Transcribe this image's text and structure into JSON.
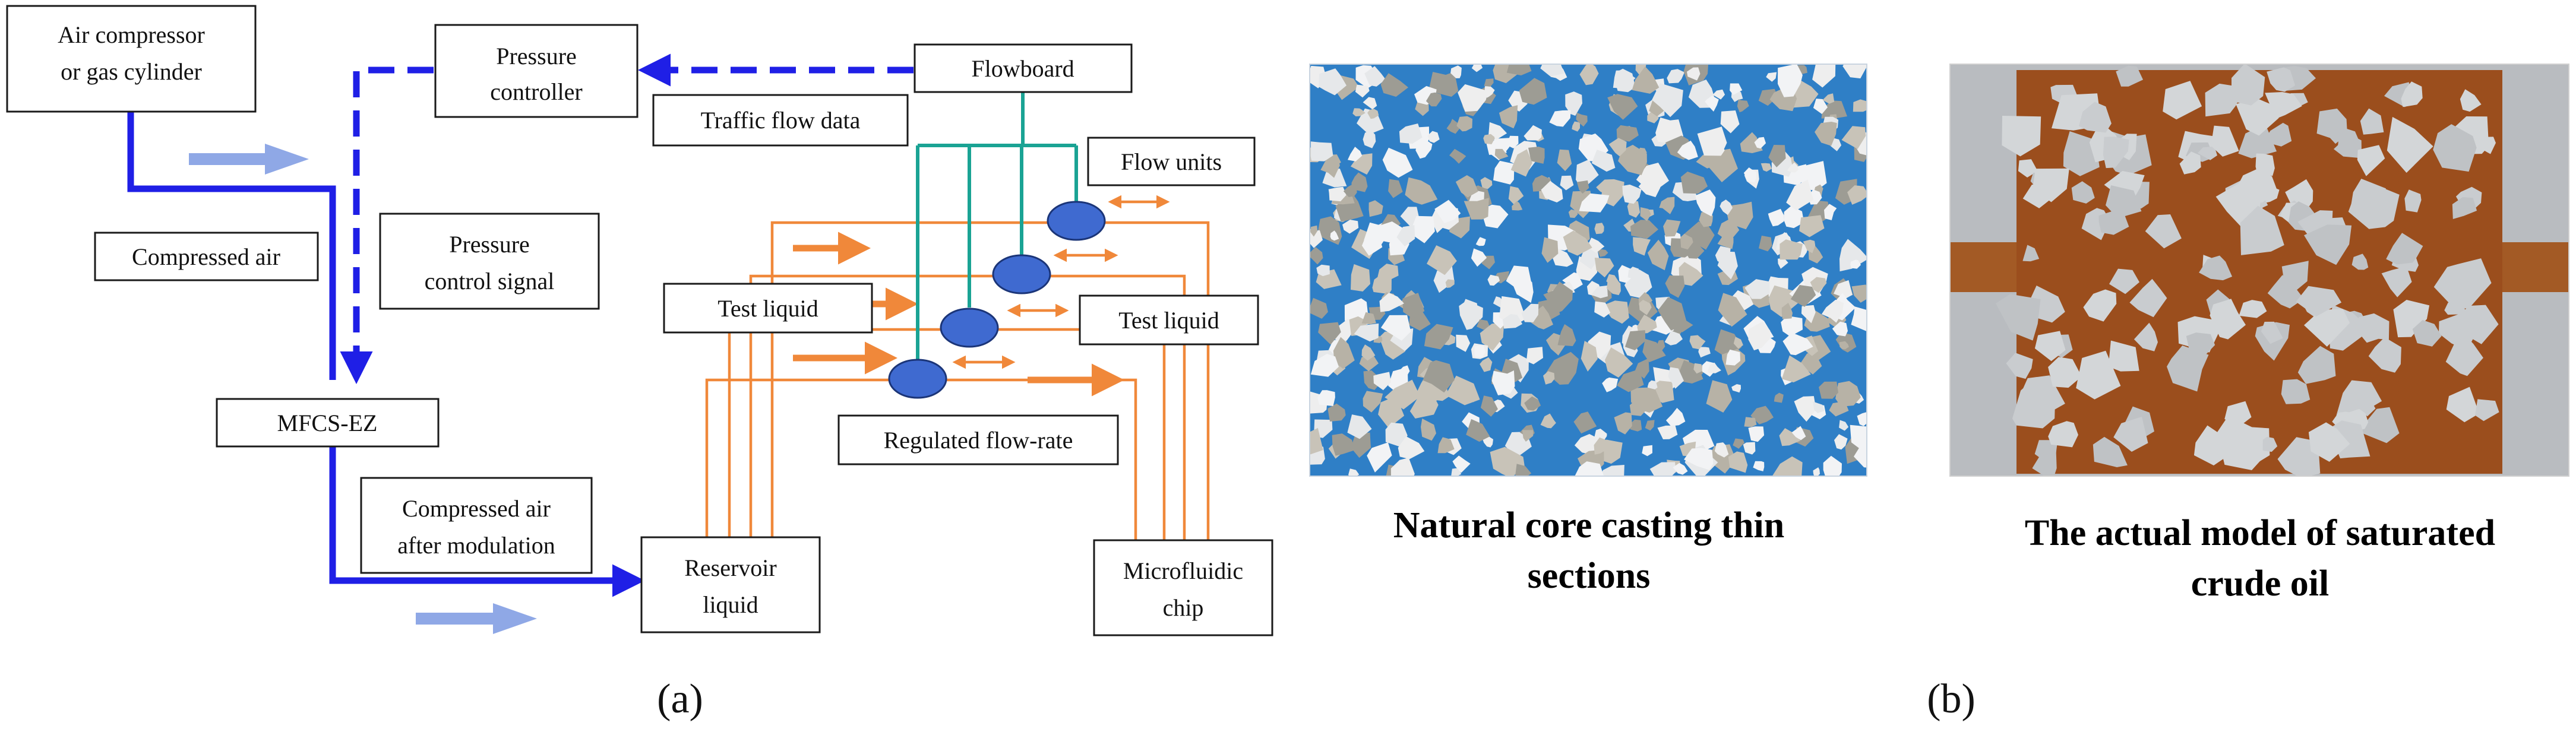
{
  "panel_a": {
    "boxes": {
      "air_source_line1": "Air compressor",
      "air_source_line2": "or gas cylinder",
      "pressure_controller_line1": "Pressure",
      "pressure_controller_line2": "controller",
      "flowboard": "Flowboard",
      "traffic_flow_data": "Traffic flow data",
      "flow_units": "Flow units",
      "compressed_air": "Compressed air",
      "pressure_signal_line1": "Pressure",
      "pressure_signal_line2": "control signal",
      "test_liquid_left": "Test liquid",
      "test_liquid_right": "Test liquid",
      "mfcs": "MFCS-EZ",
      "regulated_flow": "Regulated flow-rate",
      "modulated_air_line1": "Compressed air",
      "modulated_air_line2": "after modulation",
      "reservoir_line1": "Reservoir",
      "reservoir_line2": "liquid",
      "chip_line1": "Microfluidic",
      "chip_line2": "chip"
    },
    "label": "(a)"
  },
  "panel_b": {
    "left_caption_line1": "Natural core casting thin",
    "left_caption_line2": "sections",
    "right_caption_line1": "The actual model of saturated",
    "right_caption_line2": "crude oil",
    "label": "(b)"
  },
  "colors": {
    "air_line": "#1f1fe6",
    "liquid_line": "#f0883a",
    "signal_line": "#1aa394",
    "flow_unit": "#3f6ad0",
    "thin_section_blue": "#2f7fc6",
    "crude_oil_brown": "#9b4e1d"
  }
}
